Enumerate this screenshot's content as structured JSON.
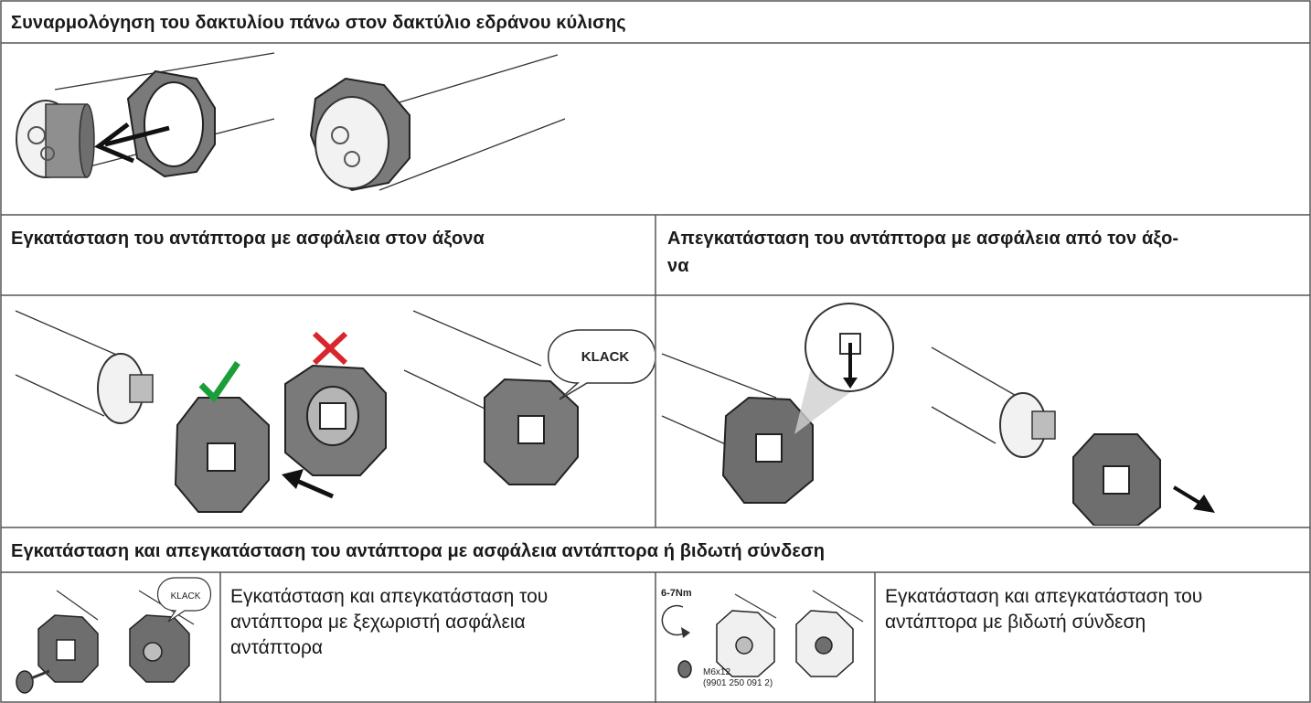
{
  "sections": {
    "ring": {
      "title": "Συναρμολόγηση του δακτυλίου πάνω στον δακτύλιο εδράνου κύλισης"
    },
    "install": {
      "title": "Εγκατάσταση του αντάπτορα με ασφάλεια στον άξονα",
      "bubble": "KLACK"
    },
    "remove": {
      "title_line1": "Απεγκατάσταση του αντάπτορα με ασφάλεια από τον άξο-",
      "title_line2": "να"
    },
    "both": {
      "title": "Εγκατάσταση και απεγκατάσταση του αντάπτορα με ασφάλεια αντάπτορα ή βιδωτή σύνδεση",
      "left_bubble": "KLACK",
      "left_text": [
        "Εγκατάσταση και απεγκατάσταση του",
        "αντάπτορα με ξεχωριστή ασφάλεια",
        "αντάπτορα"
      ],
      "torque": "6-7Nm",
      "screw_size": "M6x12",
      "screw_part": "(9901 250 091 2)",
      "right_text": [
        "Εγκατάσταση και απεγκατάσταση του",
        "αντάπτορα με βιδωτή σύνδεση"
      ]
    }
  },
  "colors": {
    "check": "#1a9e3a",
    "cross": "#d9262c",
    "part_dark": "#6e6e6e",
    "part_light": "#9b9b9b",
    "line": "#333333"
  }
}
